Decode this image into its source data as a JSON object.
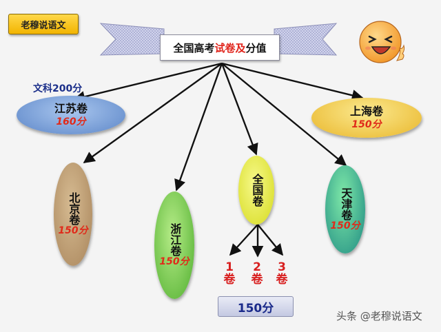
{
  "badge": "老穆说语文",
  "title": {
    "part1": "全国高考",
    "part2": "试卷及",
    "part3": "分值"
  },
  "jiangsu_note": "文科200分",
  "nodes": {
    "jiangsu": {
      "name": "江苏卷",
      "score": "160分"
    },
    "shanghai": {
      "name": "上海卷",
      "score": "150分"
    },
    "beijing": {
      "name": "北京卷",
      "score": "150分"
    },
    "zhejiang": {
      "name": "浙江卷",
      "score": "150分"
    },
    "national": {
      "name": "全国卷"
    },
    "tianjin": {
      "name": "天津卷",
      "score": "150分"
    }
  },
  "national_sub": [
    {
      "num": "1",
      "word": "卷"
    },
    {
      "num": "2",
      "word": "卷"
    },
    {
      "num": "3",
      "word": "卷"
    }
  ],
  "national_score": "150分",
  "watermark": "头条 @老穆说语文",
  "colors": {
    "arrow": "#111111",
    "jiangsu_fill": "#7aa2dc",
    "shanghai_fill": "#f3cf4c",
    "beijing_fill": "#c3a279",
    "zhejiang_fill": "#7dcd56",
    "national_fill": "#e8ec38",
    "tianjin_fill": "#2ea88a",
    "score_red": "#e02a1a"
  }
}
